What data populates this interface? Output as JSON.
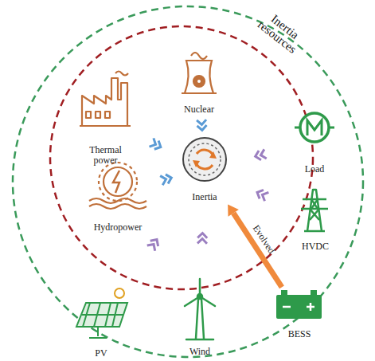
{
  "diagram": {
    "nodes": [
      {
        "text": [
          "Thermal power"
        ]
      },
      {
        "text": [
          "Nuclear"
        ]
      },
      {
        "text": [
          "Hydropower"
        ]
      },
      {
        "text": [
          "Inertia"
        ]
      },
      {
        "text": [
          "Load"
        ]
      },
      {
        "text": [
          "HVDC"
        ]
      },
      {
        "text": [
          "BESS"
        ]
      },
      {
        "text": [
          "PV"
        ]
      },
      {
        "text": [
          "Wind"
        ]
      }
    ],
    "edges": [
      {
        "from": 0,
        "to": 3,
        "arrow": "to"
      },
      {
        "from": 1,
        "to": 3,
        "arrow": "to"
      },
      {
        "from": 2,
        "to": 3,
        "arrow": "to"
      },
      {
        "from": 4,
        "to": 3,
        "arrow": "to"
      },
      {
        "from": 5,
        "to": 3,
        "arrow": "to"
      },
      {
        "from": 6,
        "to": 3,
        "label": "Evolved",
        "arrow": "to"
      },
      {
        "from": 7,
        "to": 3,
        "arrow": "to"
      },
      {
        "from": 8,
        "to": 3,
        "arrow": "to"
      }
    ],
    "labels": [
      "Inertia resources"
    ]
  }
}
